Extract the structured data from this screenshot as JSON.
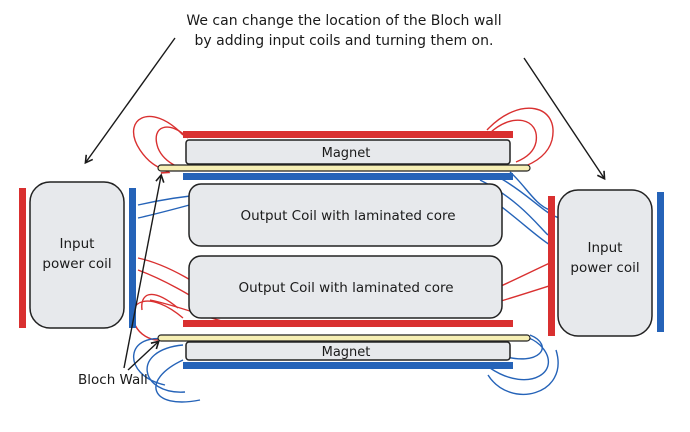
{
  "annotation": {
    "line1": "We can change the location of the Bloch wall",
    "line2": "by adding input coils and turning them on."
  },
  "magnets": {
    "top": "Magnet",
    "bottom": "Magnet"
  },
  "output_coils": {
    "upper": "Output Coil with laminated core",
    "lower": "Output Coil with laminated core"
  },
  "input_coils": {
    "left": {
      "line1": "Input",
      "line2": "power coil"
    },
    "right": {
      "line1": "Input",
      "line2": "power coil"
    }
  },
  "bloch_wall_label": "Bloch Wall",
  "colors": {
    "north_red": "#d93030",
    "south_blue": "#2563b8",
    "coil_fill": "#e7e9ec",
    "wall_fill": "#f6efb4",
    "stroke": "#222222"
  }
}
